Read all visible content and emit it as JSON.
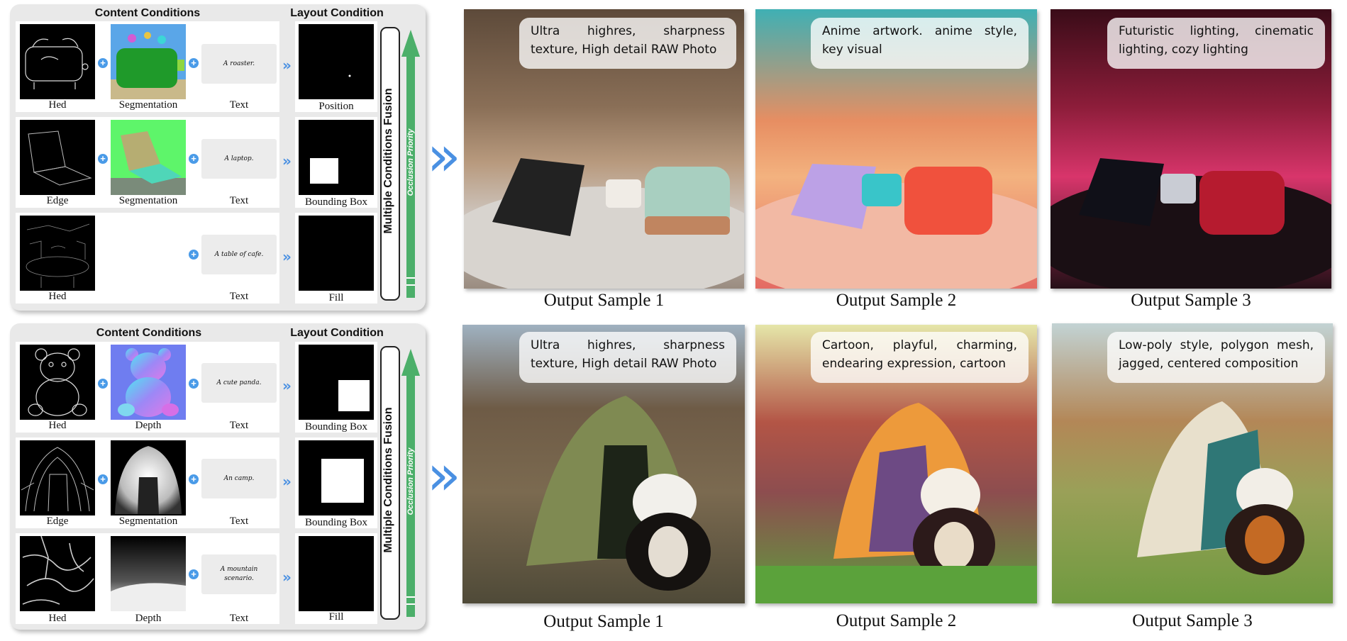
{
  "colors": {
    "accent_blue": "#4a90e2",
    "plus_blue": "#4a9be8",
    "fusion_green": "#4caf6a",
    "panel_gray": "#e9e9e9"
  },
  "panels": [
    {
      "content_header": "Content Conditions",
      "layout_header": "Layout Condition",
      "fusion_label": "Multiple Conditions Fusion",
      "occlusion_label": "Occlusion Priority",
      "rows": [
        {
          "c1": "Hed",
          "c2": "Segmentation",
          "c3": "Text",
          "text": "A roaster.",
          "layout": "Position"
        },
        {
          "c1": "Edge",
          "c2": "Segmentation",
          "c3": "Text",
          "text": "A laptop.",
          "layout": "Bounding Box"
        },
        {
          "c1": "Hed",
          "c2": "",
          "c3": "Text",
          "text": "A table of cafe.",
          "layout": "Fill"
        }
      ]
    },
    {
      "content_header": "Content Conditions",
      "layout_header": "Layout Condition",
      "fusion_label": "Multiple Conditions Fusion",
      "occlusion_label": "Occlusion Priority",
      "rows": [
        {
          "c1": "Hed",
          "c2": "Depth",
          "c3": "Text",
          "text": "A cute panda.",
          "layout": "Bounding Box"
        },
        {
          "c1": "Edge",
          "c2": "Segmentation",
          "c3": "Text",
          "text": "An camp.",
          "layout": "Bounding Box"
        },
        {
          "c1": "Hed",
          "c2": "Depth",
          "c3": "Text",
          "text": "A mountain scenario.",
          "layout": "Fill"
        }
      ]
    }
  ],
  "outputs": [
    [
      {
        "caption": "Output Sample 1",
        "prompt": "Ultra highres, sharpness texture, High detail RAW Photo"
      },
      {
        "caption": "Output Sample 2",
        "prompt": "Anime artwork. anime style, key visual"
      },
      {
        "caption": "Output Sample 3",
        "prompt": "Futuristic lighting, cinematic lighting, cozy lighting"
      }
    ],
    [
      {
        "caption": "Output Sample 1",
        "prompt": "Ultra highres, sharpness texture, High detail RAW Photo"
      },
      {
        "caption": "Output Sample 2",
        "prompt": "Cartoon, playful, charming, endearing expression, cartoon"
      },
      {
        "caption": "Output Sample 3",
        "prompt": "Low-poly style, polygon mesh, jagged, centered composition"
      }
    ]
  ]
}
